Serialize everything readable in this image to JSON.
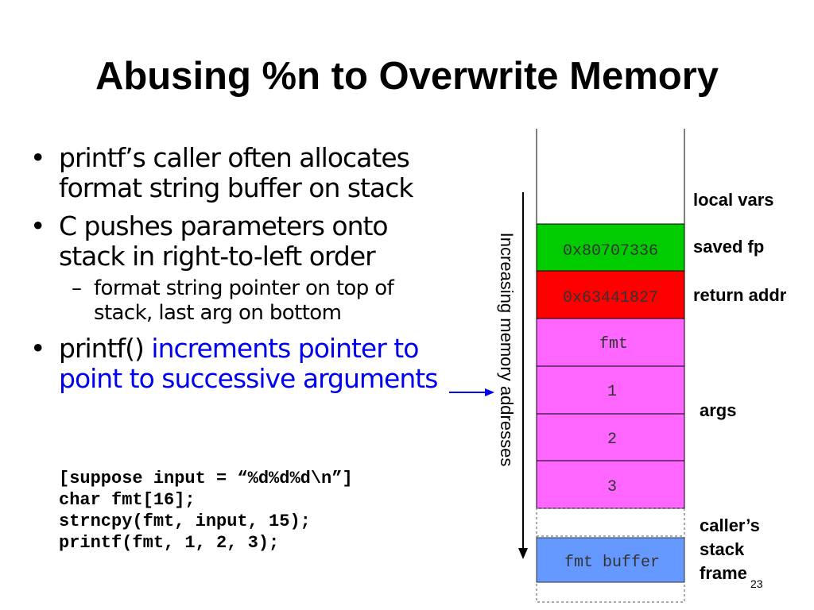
{
  "title": "Abusing %n to Overwrite Memory",
  "bullets": [
    {
      "text": "printf’s caller often allocates format string buffer on stack"
    },
    {
      "text": "C pushes parameters onto stack in right-to-left order",
      "sub": "format string pointer on top of stack, last arg on bottom"
    },
    {
      "text_plain": "printf() ",
      "text_blue": "increments pointer to point to successive arguments"
    }
  ],
  "code_lines": [
    "[suppose input = “%d%d%d\\n”]",
    "char fmt[16];",
    "strncpy(fmt, input, 15);",
    "printf(fmt, 1, 2, 3);"
  ],
  "stack": {
    "cells": [
      {
        "text": "0x80707336",
        "color": "#00cc00"
      },
      {
        "text": "0x63441827",
        "color": "#ff0000"
      },
      {
        "text": "fmt",
        "color": "#ff66ff"
      },
      {
        "text": "1",
        "color": "#ff66ff"
      },
      {
        "text": "2",
        "color": "#ff66ff"
      },
      {
        "text": "3",
        "color": "#ff66ff"
      }
    ],
    "buffer": {
      "text": "fmt buffer",
      "color": "#6699ff"
    },
    "labels": {
      "local_vars": "local vars",
      "saved_fp": "saved fp",
      "return_addr": "return addr",
      "args": "args",
      "callers_frame_1": "caller’s",
      "callers_frame_2": "stack",
      "callers_frame_3": "frame"
    },
    "axis_label": "Increasing memory addresses"
  },
  "slide_number": "23"
}
